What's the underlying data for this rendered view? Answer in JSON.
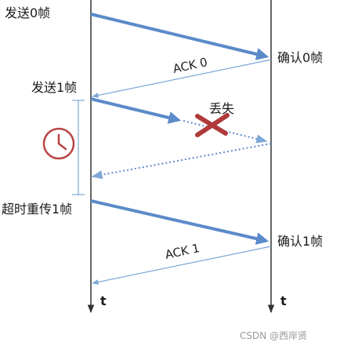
{
  "labels": {
    "send_frame_0": "发送0帧",
    "confirm_frame_0": "确认0帧",
    "ack_0": "ACK 0",
    "send_frame_1": "发送1帧",
    "lost": "丢失",
    "timeout_resend": "超时重传1帧",
    "confirm_frame_1": "确认1帧",
    "ack_1": "ACK 1",
    "time_left": "t",
    "time_right": "t"
  },
  "watermark": "CSDN @西岸贤",
  "colors": {
    "arrow_blue": "#5b8bc9",
    "thin_blue": "#7ea6d6",
    "cross_red": "#b03a3a",
    "clock_red": "#b84545",
    "timeline": "#333333"
  },
  "icons": {
    "clock": "clock-icon",
    "cross": "cross-icon"
  }
}
